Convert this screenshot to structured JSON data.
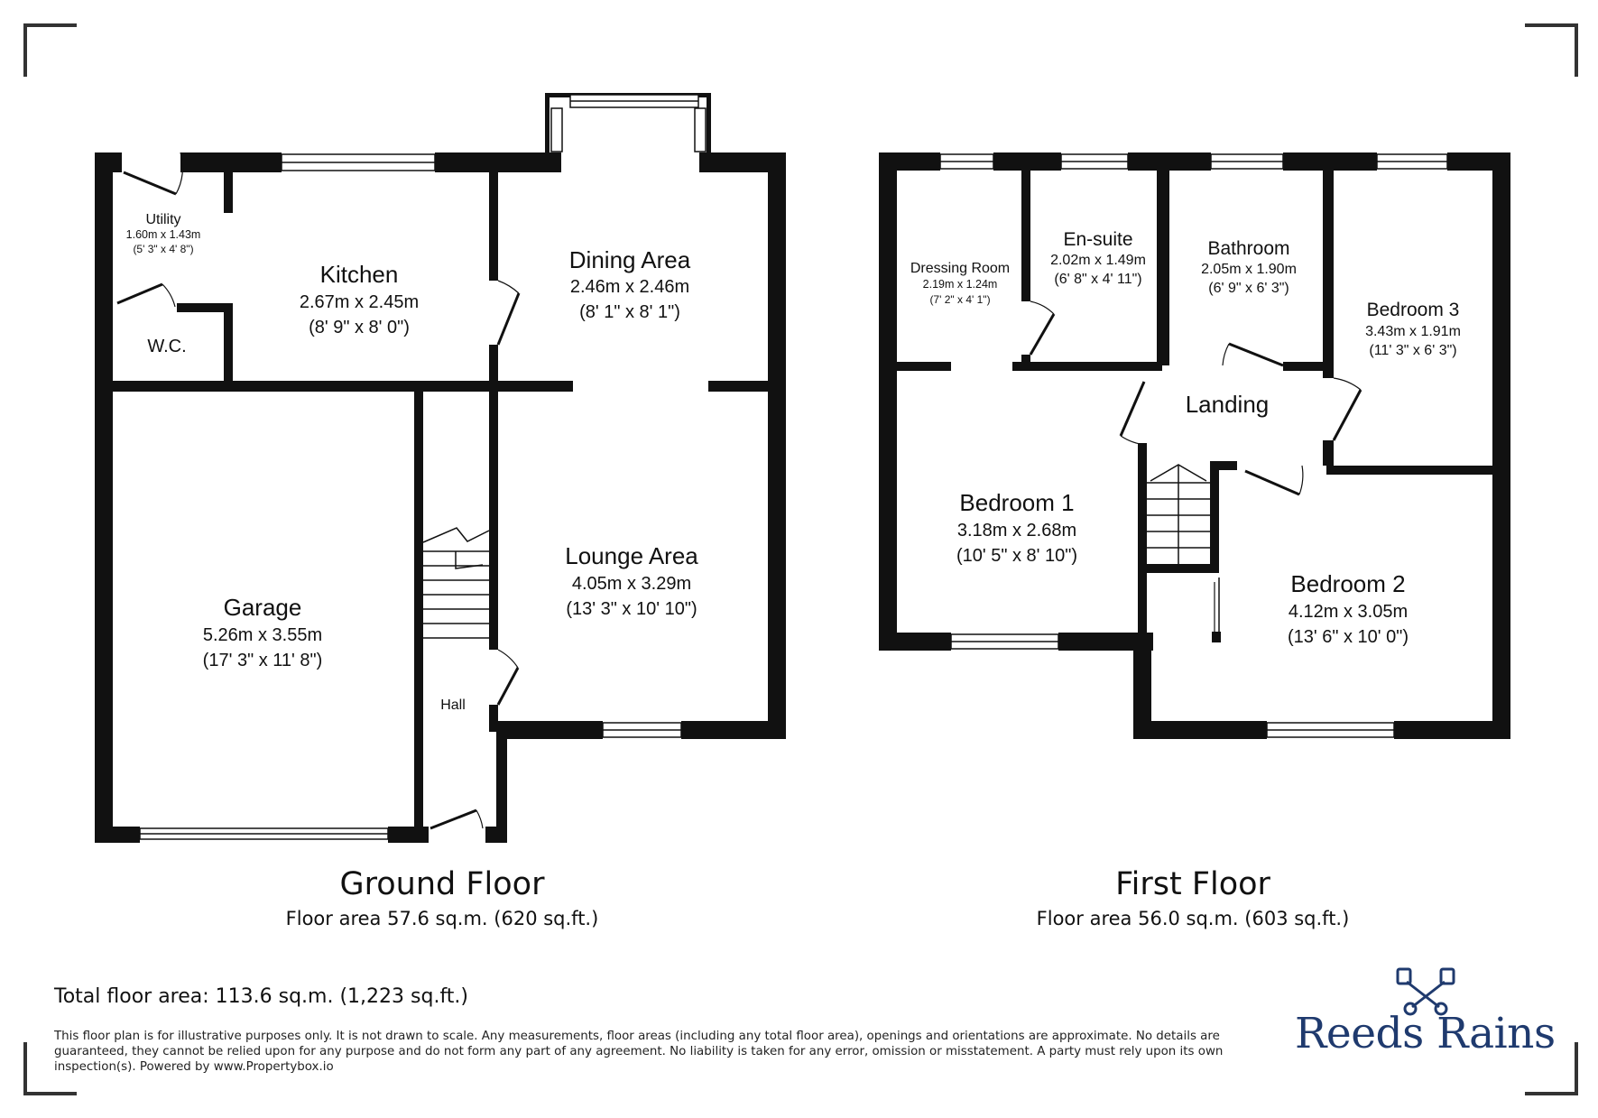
{
  "ground_floor": {
    "title": "Ground Floor",
    "area": "Floor area 57.6 sq.m. (620 sq.ft.)",
    "rooms": {
      "utility": {
        "name": "Utility",
        "metric": "1.60m x 1.43m",
        "imperial": "(5' 3\" x 4' 8\")"
      },
      "wc": {
        "name": "W.C."
      },
      "kitchen": {
        "name": "Kitchen",
        "metric": "2.67m x 2.45m",
        "imperial": "(8' 9\" x 8' 0\")"
      },
      "dining": {
        "name": "Dining Area",
        "metric": "2.46m x 2.46m",
        "imperial": "(8' 1\" x 8' 1\")"
      },
      "lounge": {
        "name": "Lounge Area",
        "metric": "4.05m x 3.29m",
        "imperial": "(13' 3\" x 10' 10\")"
      },
      "garage": {
        "name": "Garage",
        "metric": "5.26m x 3.55m",
        "imperial": "(17' 3\" x 11' 8\")"
      },
      "hall": {
        "name": "Hall"
      }
    }
  },
  "first_floor": {
    "title": "First Floor",
    "area": "Floor area 56.0 sq.m. (603 sq.ft.)",
    "rooms": {
      "dressing": {
        "name": "Dressing Room",
        "metric": "2.19m x 1.24m",
        "imperial": "(7' 2\" x 4' 1\")"
      },
      "ensuite": {
        "name": "En-suite",
        "metric": "2.02m x 1.49m",
        "imperial": "(6' 8\" x 4' 11\")"
      },
      "bathroom": {
        "name": "Bathroom",
        "metric": "2.05m x 1.90m",
        "imperial": "(6' 9\" x 6' 3\")"
      },
      "bedroom3": {
        "name": "Bedroom 3",
        "metric": "3.43m x 1.91m",
        "imperial": "(11' 3\" x 6' 3\")"
      },
      "landing": {
        "name": "Landing"
      },
      "bedroom1": {
        "name": "Bedroom 1",
        "metric": "3.18m x 2.68m",
        "imperial": "(10' 5\" x 8' 10\")"
      },
      "bedroom2": {
        "name": "Bedroom 2",
        "metric": "4.12m x 3.05m",
        "imperial": "(13' 6\" x 10' 0\")"
      }
    }
  },
  "total_area": "Total floor area: 113.6 sq.m. (1,223 sq.ft.)",
  "disclaimer": "This floor plan is for illustrative purposes only. It is not drawn to scale. Any measurements, floor areas (including any total floor area), openings and orientations are approximate. No details are guaranteed, they cannot be relied upon for any purpose and do not form any part of any agreement. No liability is taken for any error, omission or misstatement. A party must rely upon its own inspection(s). Powered by www.Propertybox.io",
  "brand": {
    "name": "Reeds Rains",
    "color": "#1f3a6e",
    "logo_icon": "crossed-keys-icon"
  },
  "colors": {
    "wall": "#111111",
    "text": "#111111"
  }
}
